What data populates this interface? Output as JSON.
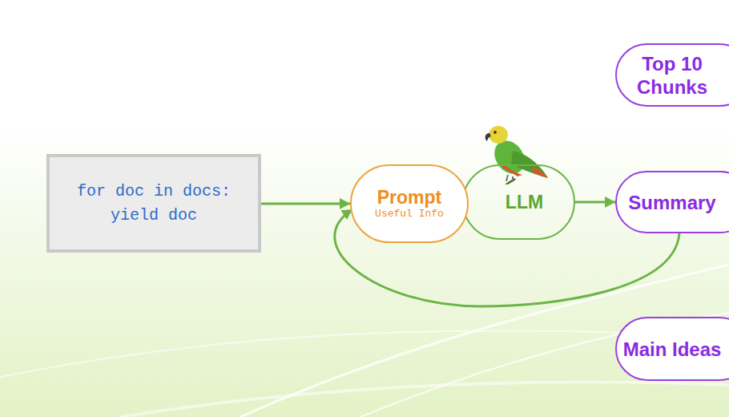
{
  "diagram": {
    "nodes": [
      {
        "text": [
          "for doc in docs: yield doc"
        ]
      },
      {
        "text": [
          "Prompt",
          "Useful Info"
        ]
      },
      {
        "text": [
          "LLM"
        ]
      },
      {
        "text": [
          "Top 10 Chunks"
        ]
      },
      {
        "text": [
          "Summary"
        ]
      },
      {
        "text": [
          "Main Ideas"
        ]
      }
    ],
    "edges": [
      {
        "from": 0,
        "to": 1,
        "arrow": "to"
      },
      {
        "from": 2,
        "to": 4,
        "arrow": "to"
      },
      {
        "from": 4,
        "to": 1,
        "arrow": "to"
      }
    ]
  }
}
